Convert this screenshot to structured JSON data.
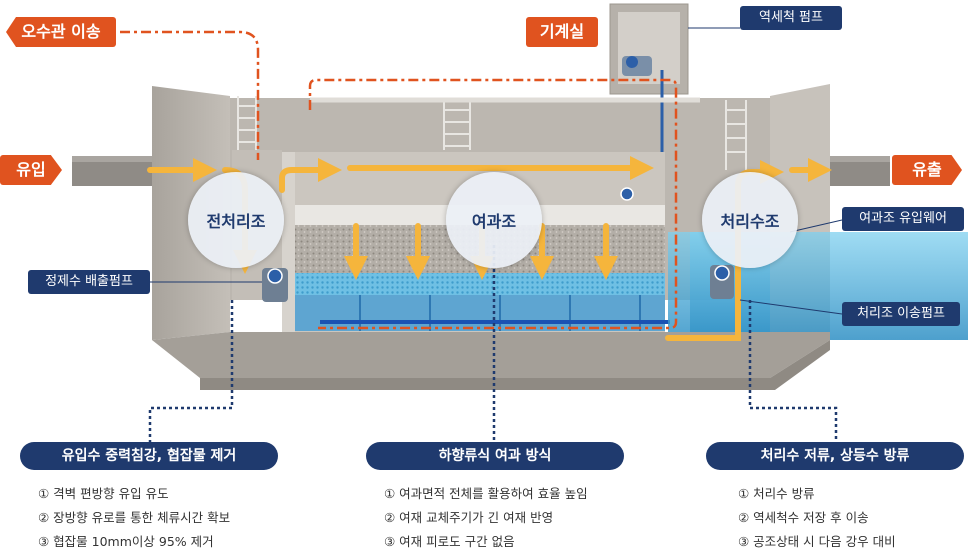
{
  "labels": {
    "sewer_transfer": "오수관 이송",
    "machine_room": "기계실",
    "backwash_pump": "역세척 펌프",
    "inflow": "유입",
    "outflow": "유출",
    "filter_inlet_weir": "여과조 유입웨어",
    "treated_water_pump": "정제수 배출펌프",
    "treated_transfer_pump": "처리조 이송펌프"
  },
  "tanks": {
    "pretreatment": "전처리조",
    "filtration": "여과조",
    "treated_storage": "처리수조"
  },
  "sections": [
    {
      "title": "유입수 중력침강, 협잡물 제거",
      "bullets": [
        "① 격벽 편방향 유입 유도",
        "② 장방향 유로를 통한 체류시간 확보",
        "③ 협잡물 10mm이상 95% 제거"
      ]
    },
    {
      "title": "하향류식 여과 방식",
      "bullets": [
        "① 여과면적 전체를 활용하여 효율 높임",
        "② 여재 교체주기가 긴 여재 반영",
        "③ 여재 피로도 구간 없음"
      ]
    },
    {
      "title": "처리수 저류, 상등수 방류",
      "bullets": [
        "① 처리수 방류",
        "② 역세척수 저장 후 이송",
        "③ 공조상태 시 다음 강우 대비"
      ]
    }
  ],
  "colors": {
    "orange": "#e0531f",
    "navy": "#1f3a6e",
    "flow_arrow": "#f5b53c",
    "water": "#5fb4d9",
    "concrete": "#b9b4ad"
  }
}
